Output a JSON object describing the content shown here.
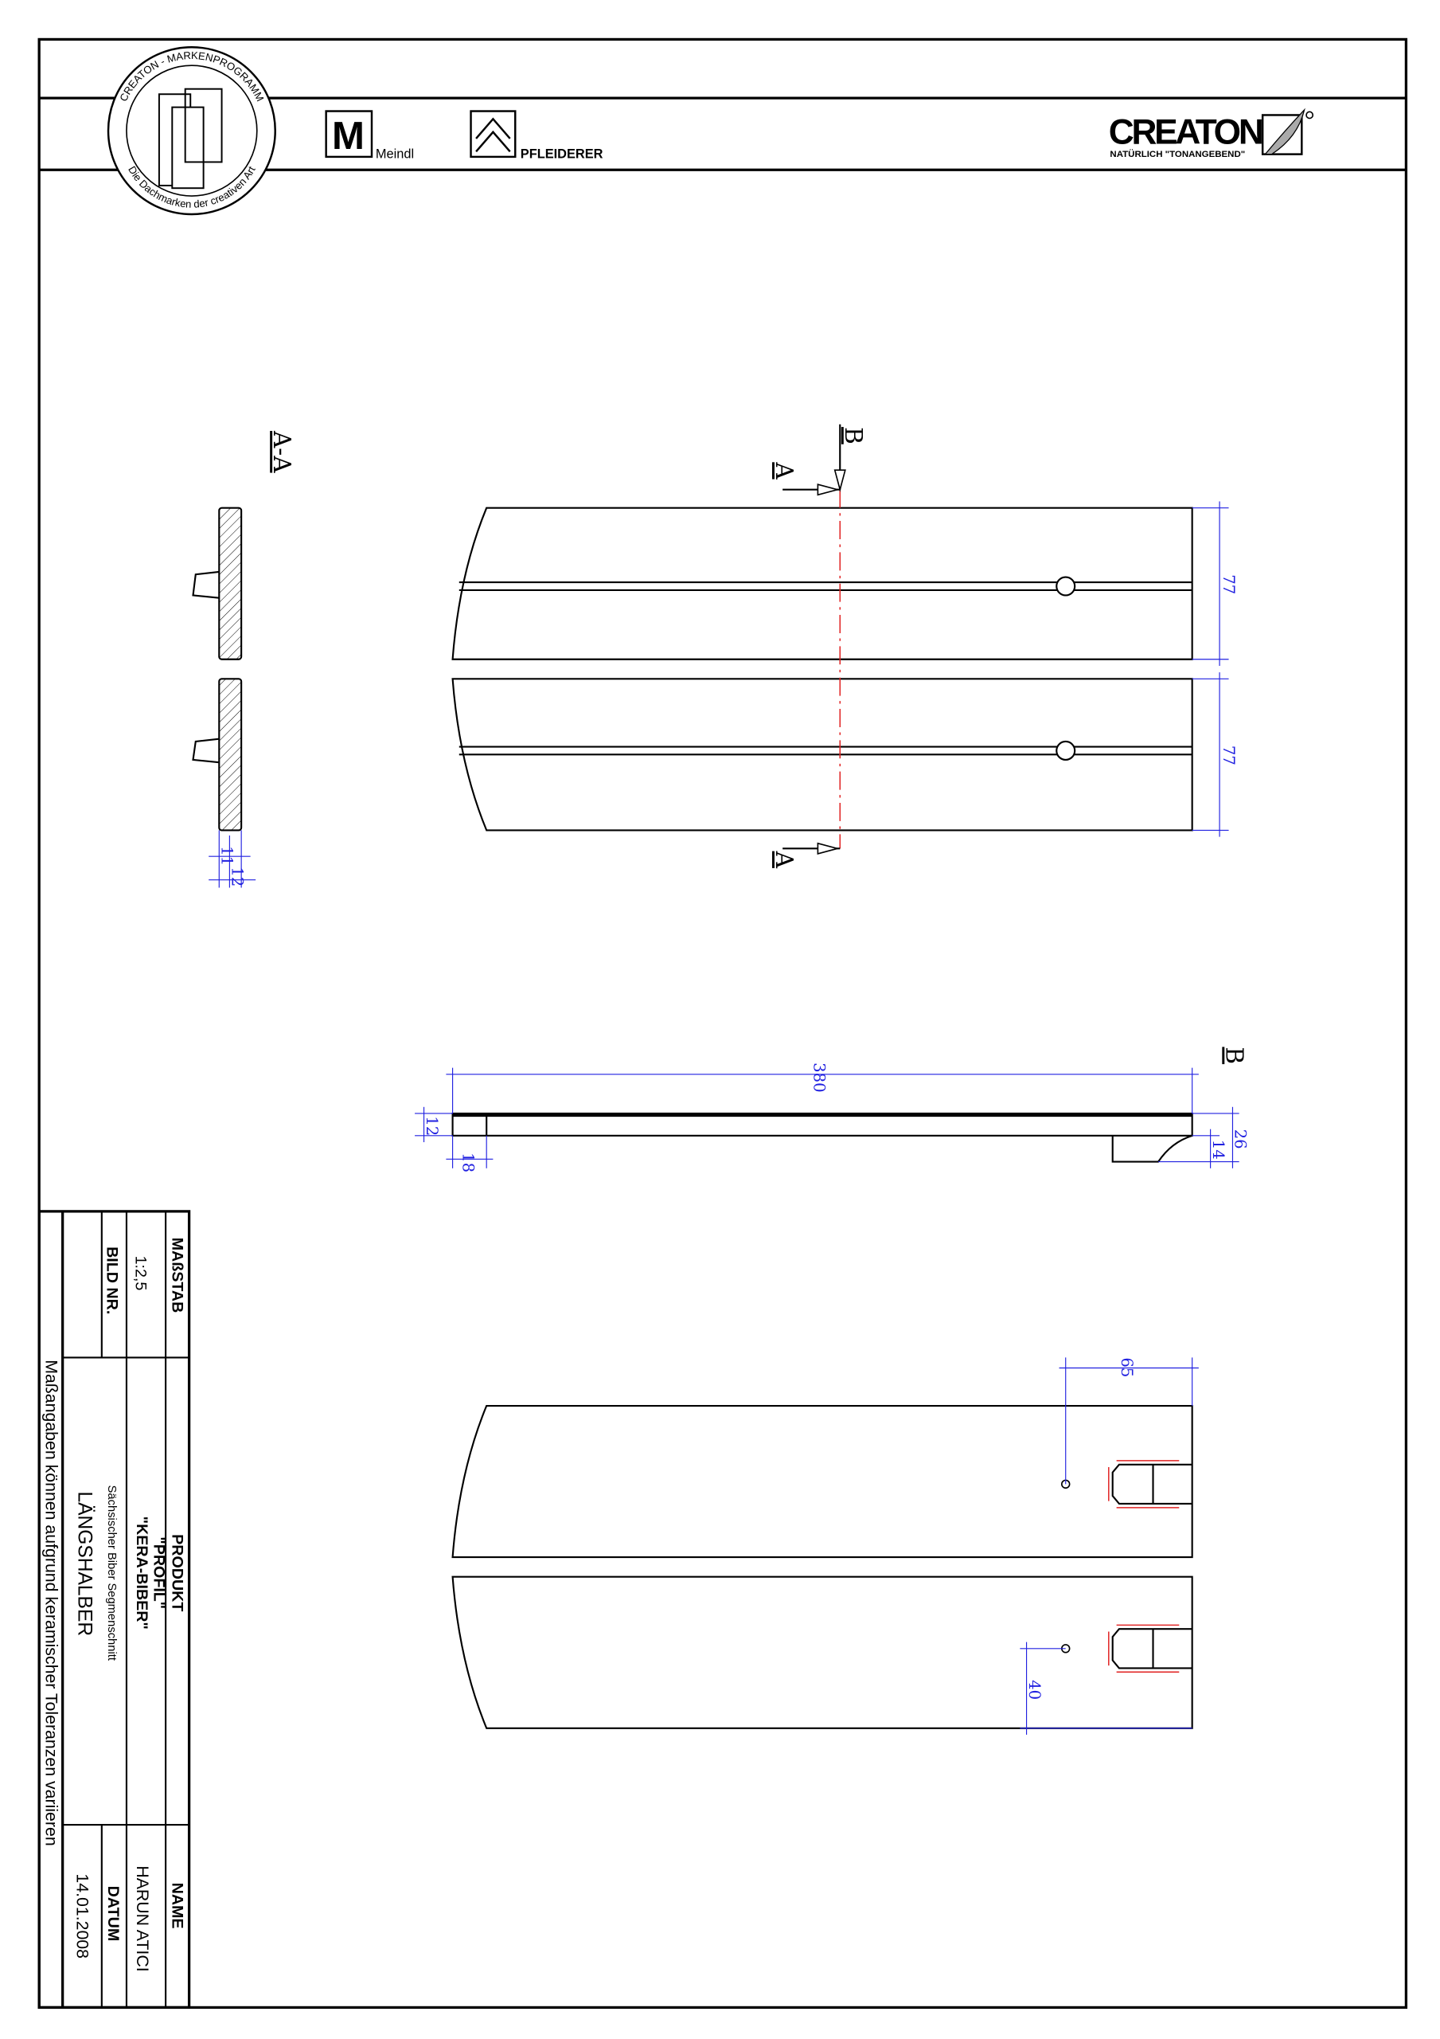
{
  "header": {
    "seal_text_top": "CREATON - MARKENPROGRAMM",
    "seal_text_bottom": "Die Dachmarken der creativen Art",
    "brand_meindl": "Meindl",
    "brand_pfleiderer": "PFLEIDERER",
    "brand_creaton": "CREATON",
    "creaton_slogan": "NATÜRLICH \"TONANGEBEND\""
  },
  "drawing": {
    "section_aa_label": "A-A",
    "section_a_label": "A",
    "section_b_label": "B",
    "dimensions": {
      "tile_width_top": "77",
      "tile_width_bottom": "77",
      "section_thickness_1": "11",
      "section_thickness_2": "12",
      "length": "380",
      "side_thickness": "12",
      "side_offset": "18",
      "nub_total_height": "26",
      "nub_height": "14",
      "hole_distance_edge": "65",
      "hole_distance_side": "40"
    },
    "colors": {
      "dimension": "#2020e0",
      "centerline": "#e02020"
    }
  },
  "title_block": {
    "scale_label": "MAßSTAB",
    "scale_value": "1:2,5",
    "image_no_label": "BILD NR.",
    "product_label": "PRODUKT",
    "product_line1": "\"PROFIL\"",
    "product_line2": "\"KERA-BIBER\"",
    "product_desc": "Sächsischer Biber Segmenschnitt",
    "product_variant": "LÄNGSHALBER",
    "name_label": "NAME",
    "name_value": "HARUN  ATICI",
    "date_label": "DATUM",
    "date_value": "14.01.2008",
    "footnote": "Maßangaben  können  aufgrund  keramischer  Toleranzen  variieren"
  }
}
